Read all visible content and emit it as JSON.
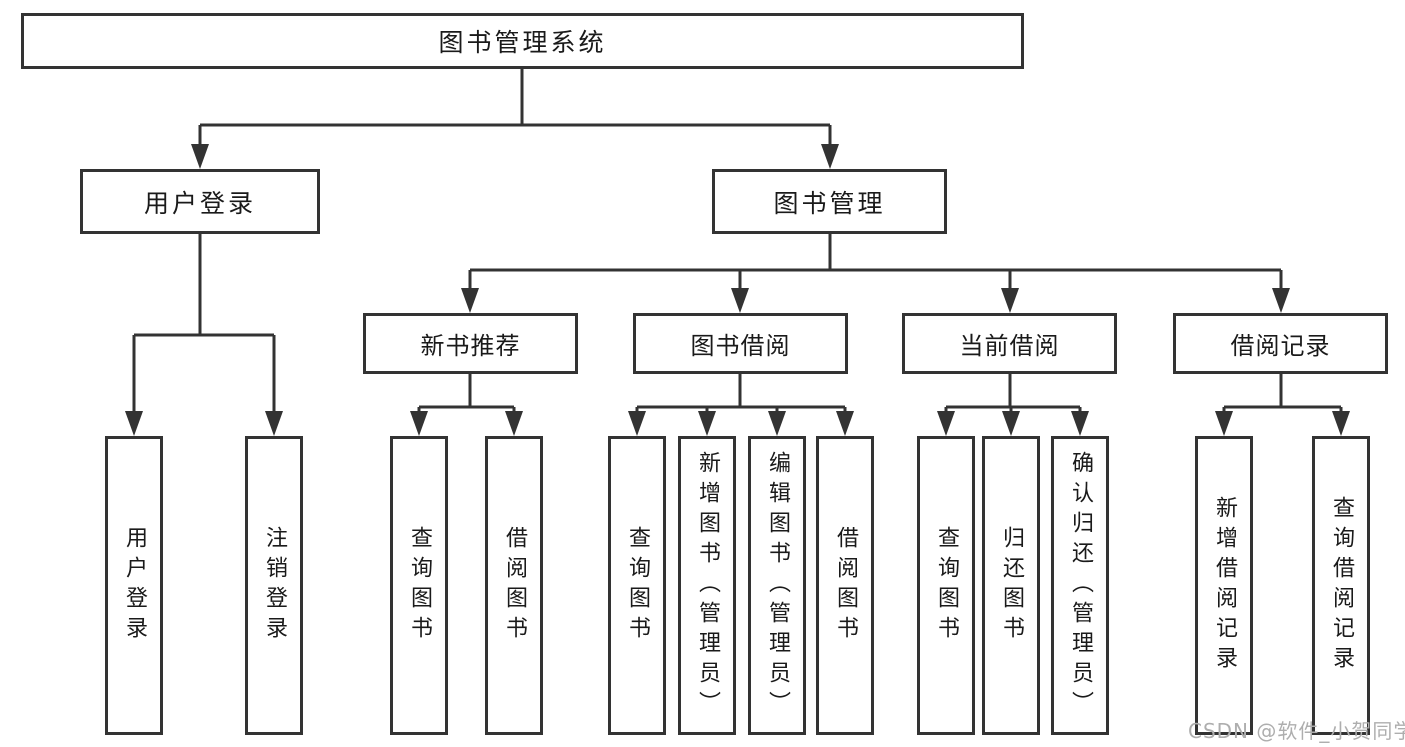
{
  "boxes": {
    "root": "图书管理系统",
    "user_login": "用户登录",
    "book_mgmt": "图书管理",
    "new_book_rec": "新书推荐",
    "book_borrow": "图书借阅",
    "current_borrow": "当前借阅",
    "borrow_records": "借阅记录",
    "leaf_user_login": "用户登录",
    "leaf_logout": "注销登录",
    "leaf_rec_query_book": "查询图书",
    "leaf_rec_borrow_book": "借阅图书",
    "leaf_bb_query_book": "查询图书",
    "leaf_bb_add_book": "新增图书（管理员）",
    "leaf_bb_edit_book": "编辑图书（管理员）",
    "leaf_bb_borrow_book": "借阅图书",
    "leaf_cb_query_book": "查询图书",
    "leaf_cb_return_book": "归还图书",
    "leaf_cb_confirm_return": "确认归还（管理员）",
    "leaf_br_add_record": "新增借阅记录",
    "leaf_br_query_record": "查询借阅记录"
  },
  "watermark": "CSDN @软件_小贺同学",
  "colors": {
    "line": "#333333",
    "text": "#1a1a1a",
    "box_background": "#ffffff",
    "watermark": "#aeaeae"
  }
}
